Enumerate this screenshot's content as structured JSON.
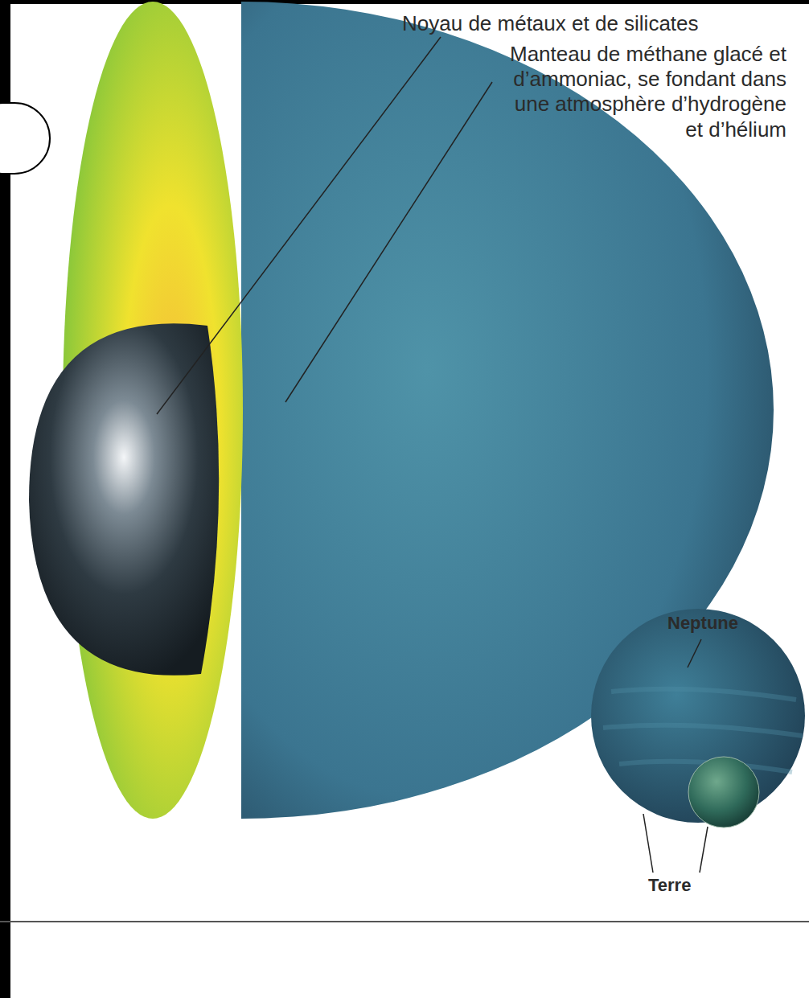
{
  "diagram": {
    "labels": [
      "Noyau de métaux et de silicates",
      "Manteau de méthane glacé et d’ammoniac, se fondant dans une atmosphère d’hydrogène et d’hélium",
      "Neptune",
      "Terre"
    ]
  }
}
